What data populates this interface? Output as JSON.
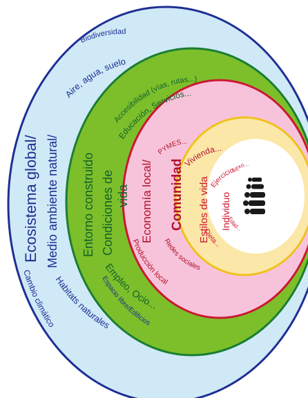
{
  "diagram": {
    "rings": [
      {
        "id": "ecosistema",
        "fill": "#cfe9f6",
        "stroke": "#1e2e94"
      },
      {
        "id": "entorno",
        "fill": "#7cbf2a",
        "stroke": "#1a7d33"
      },
      {
        "id": "economia",
        "fill": "#f7c3da",
        "stroke": "#cc1733"
      },
      {
        "id": "estilos",
        "fill": "#fbe7a8",
        "stroke": "#f0c11e"
      },
      {
        "id": "individuo",
        "fill": "#ffffff",
        "stroke": "#ffffff"
      }
    ],
    "labels": {
      "ecosistema_global": "Ecosistema global/",
      "medio_ambiente": "Medio ambiente natural/",
      "biodiversidad": "Biodiversidad",
      "aire_agua_suelo": "Aire, agua, suelo",
      "cambio_climatico": "Cambio climático",
      "habitats_naturales": "Habitats naturales",
      "entorno_construido": "Entorno construido",
      "condiciones_de": "Condiciones de",
      "vida": "vida",
      "accesibilidad": "Accesibilidad (vías, rutas...)",
      "educacion_servicios": "Educación, Servicios...",
      "espacio_libre": "Espacio libre/Edificios",
      "empleo_ocio": "Empleo, Ocio...",
      "economia_local": "Economía local/",
      "comunidad": "Comunidad",
      "pymes": "PYMES...",
      "vivienda": "Vivienda...",
      "produccion_local": "Producción local",
      "redes_sociales": "Redes sociales",
      "estilos_de_vida": "Estilos de vida",
      "ejercicio": "Ejercicio...",
      "dieta": "Dieta...",
      "individuo": "Individuo",
      "sexo": "Sexo...",
      "edad": "Edad...",
      "people_icon": "people-group-icon"
    }
  }
}
